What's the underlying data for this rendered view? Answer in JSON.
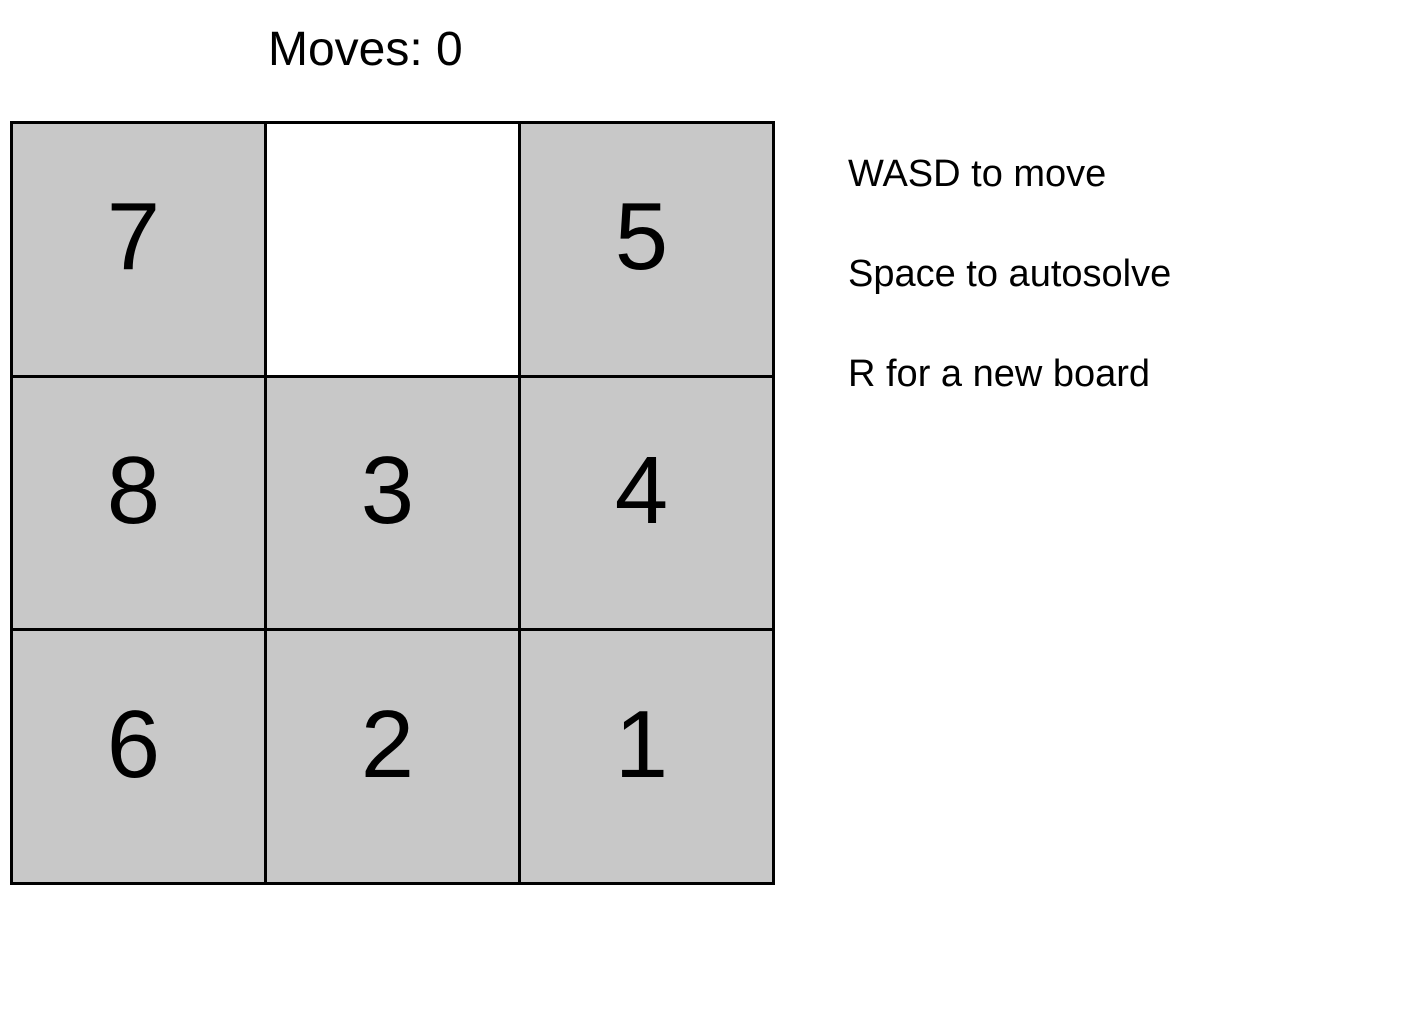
{
  "app": {
    "name": "sliding-tile-puzzle",
    "background_color": "#ffffff",
    "tile_color": "#c8c8c8",
    "blank_color": "#ffffff",
    "border_color": "#000000",
    "text_color": "#000000"
  },
  "header": {
    "moves_label": "Moves: 0",
    "moves_count": 0
  },
  "board": {
    "size": 3,
    "rows": [
      [
        {
          "label": "7",
          "blank": false
        },
        {
          "label": "",
          "blank": true
        },
        {
          "label": "5",
          "blank": false
        }
      ],
      [
        {
          "label": "8",
          "blank": false
        },
        {
          "label": "3",
          "blank": false
        },
        {
          "label": "4",
          "blank": false
        }
      ],
      [
        {
          "label": "6",
          "blank": false
        },
        {
          "label": "2",
          "blank": false
        },
        {
          "label": "1",
          "blank": false
        }
      ]
    ]
  },
  "instructions": {
    "lines": [
      "WASD to move",
      "Space to autosolve",
      "R for a new board"
    ]
  }
}
